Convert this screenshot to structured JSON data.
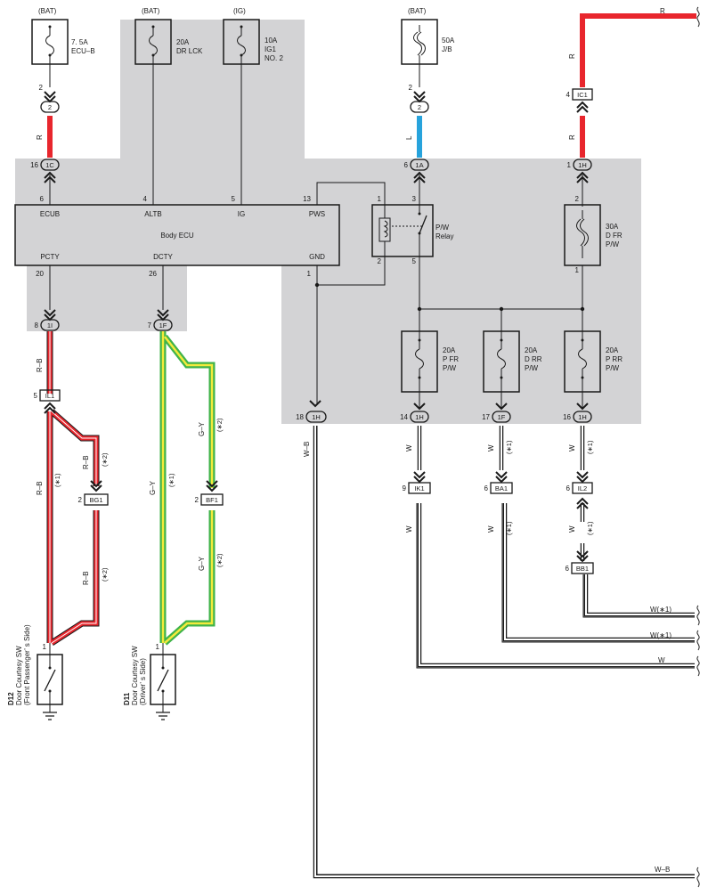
{
  "sources": {
    "bat1": "(BAT)",
    "bat2": "(BAT)",
    "ig": "(IG)",
    "bat3": "(BAT)"
  },
  "fuses": {
    "ecub": {
      "rating": "7. 5A",
      "name": "ECU–B"
    },
    "drlck": {
      "rating": "20A",
      "name": "DR LCK"
    },
    "ig1": {
      "rating": "10A",
      "name": "IG1",
      "name2": "NO. 2"
    },
    "jb": {
      "rating": "50A",
      "name": "J/B"
    },
    "dfr": {
      "rating": "30A",
      "name": "D FR",
      "name2": "P/W"
    },
    "pfr": {
      "rating": "20A",
      "name": "P FR",
      "name2": "P/W"
    },
    "drr": {
      "rating": "20A",
      "name": "D RR",
      "name2": "P/W"
    },
    "prr": {
      "rating": "20A",
      "name": "P RR",
      "name2": "P/W"
    }
  },
  "ecu": {
    "title": "Body ECU",
    "pins_top": [
      "ECUB",
      "ALTB",
      "IG",
      "PWS"
    ],
    "pins_top_no": [
      "6",
      "4",
      "5",
      "13"
    ],
    "pins_bottom": [
      "PCTY",
      "DCTY",
      "GND"
    ],
    "pins_bottom_no": [
      "20",
      "26",
      "1"
    ]
  },
  "relay": {
    "name": "P/W",
    "name2": "Relay",
    "pins": [
      "1",
      "3",
      "2",
      "5"
    ]
  },
  "connectors": {
    "c2a": "2",
    "c2b": "2",
    "c1c": "1C",
    "c1a": "1A",
    "c1h_top": "1H",
    "ic1": "IC1",
    "c1i": "1I",
    "c1f": "1F",
    "il1": "IL1",
    "bg1": "BG1",
    "bf1": "BF1",
    "c1h_a": "1H",
    "c1h_b": "1H",
    "c1f_b": "1F",
    "c1h_c": "1H",
    "ik1": "IK1",
    "ba1": "BA1",
    "il2": "IL2",
    "bb1": "BB1"
  },
  "pin_numbers": {
    "p2a": "2",
    "p2b": "2",
    "p16": "16",
    "p6": "6",
    "p1a": "1",
    "p4": "4",
    "p8": "8",
    "p7": "7",
    "p5": "5",
    "p2bg": "2",
    "p2bf": "2",
    "p18": "18",
    "p14": "14",
    "p17": "17",
    "p16b": "16",
    "p9": "9",
    "p6ba": "6",
    "p6il": "6",
    "p6bb": "6",
    "p1sw1": "1",
    "p1sw2": "1",
    "p2fuse": "2",
    "p1fuse": "1"
  },
  "wires": {
    "r": "R",
    "l": "L",
    "rb": "R–B",
    "gy": "G–Y",
    "w": "W",
    "wb": "W–B",
    "w1": "W(∗1)",
    "note1": "(∗1)",
    "note2": "(∗2)"
  },
  "switches": {
    "d12": {
      "code": "D12",
      "line1": "Door Courtesy SW",
      "line2": "(Front Passenger’ s Side)"
    },
    "d11": {
      "code": "D11",
      "line1": "Door Courtesy SW",
      "line2": "(Driver’ s Side)"
    }
  },
  "colors": {
    "shade": "#d3d3d5",
    "ecu_fill": "#c6e6f8",
    "red": "#e8262d",
    "blue": "#27a3dc",
    "green": "#3fb34a",
    "yellow": "#f3ea3c",
    "fuse_fill": "#c6e6f8"
  }
}
